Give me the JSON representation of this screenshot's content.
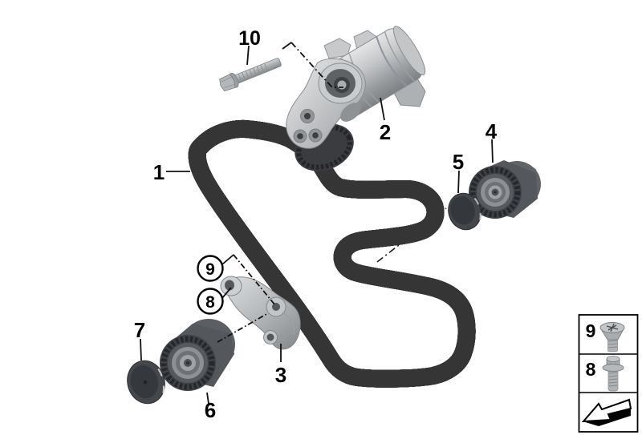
{
  "diagram_type": "exploded-parts-diagram",
  "part_labels": {
    "belt": "1",
    "tensioner": "2",
    "bracket": "3",
    "idler_pulley_right": "4",
    "cap_right": "5",
    "idler_pulley_left": "6",
    "cap_left": "7",
    "bolt_circled": "8",
    "screw_circled": "9",
    "tensioner_bolt": "10"
  },
  "legend": {
    "rows": [
      {
        "label": "9",
        "icon": "countersunk-screw-icon"
      },
      {
        "label": "8",
        "icon": "flange-bolt-icon"
      },
      {
        "label": "",
        "icon": "direction-arrow-icon"
      }
    ]
  },
  "colors": {
    "background": "#ffffff",
    "outline": "#000000",
    "belt_dark": "#3d3d3d",
    "belt_mid": "#575757",
    "metal_light": "#d8dadb",
    "metal_mid": "#aeb1b3",
    "metal_dark": "#7e8184",
    "dark_part": "#43464b"
  }
}
